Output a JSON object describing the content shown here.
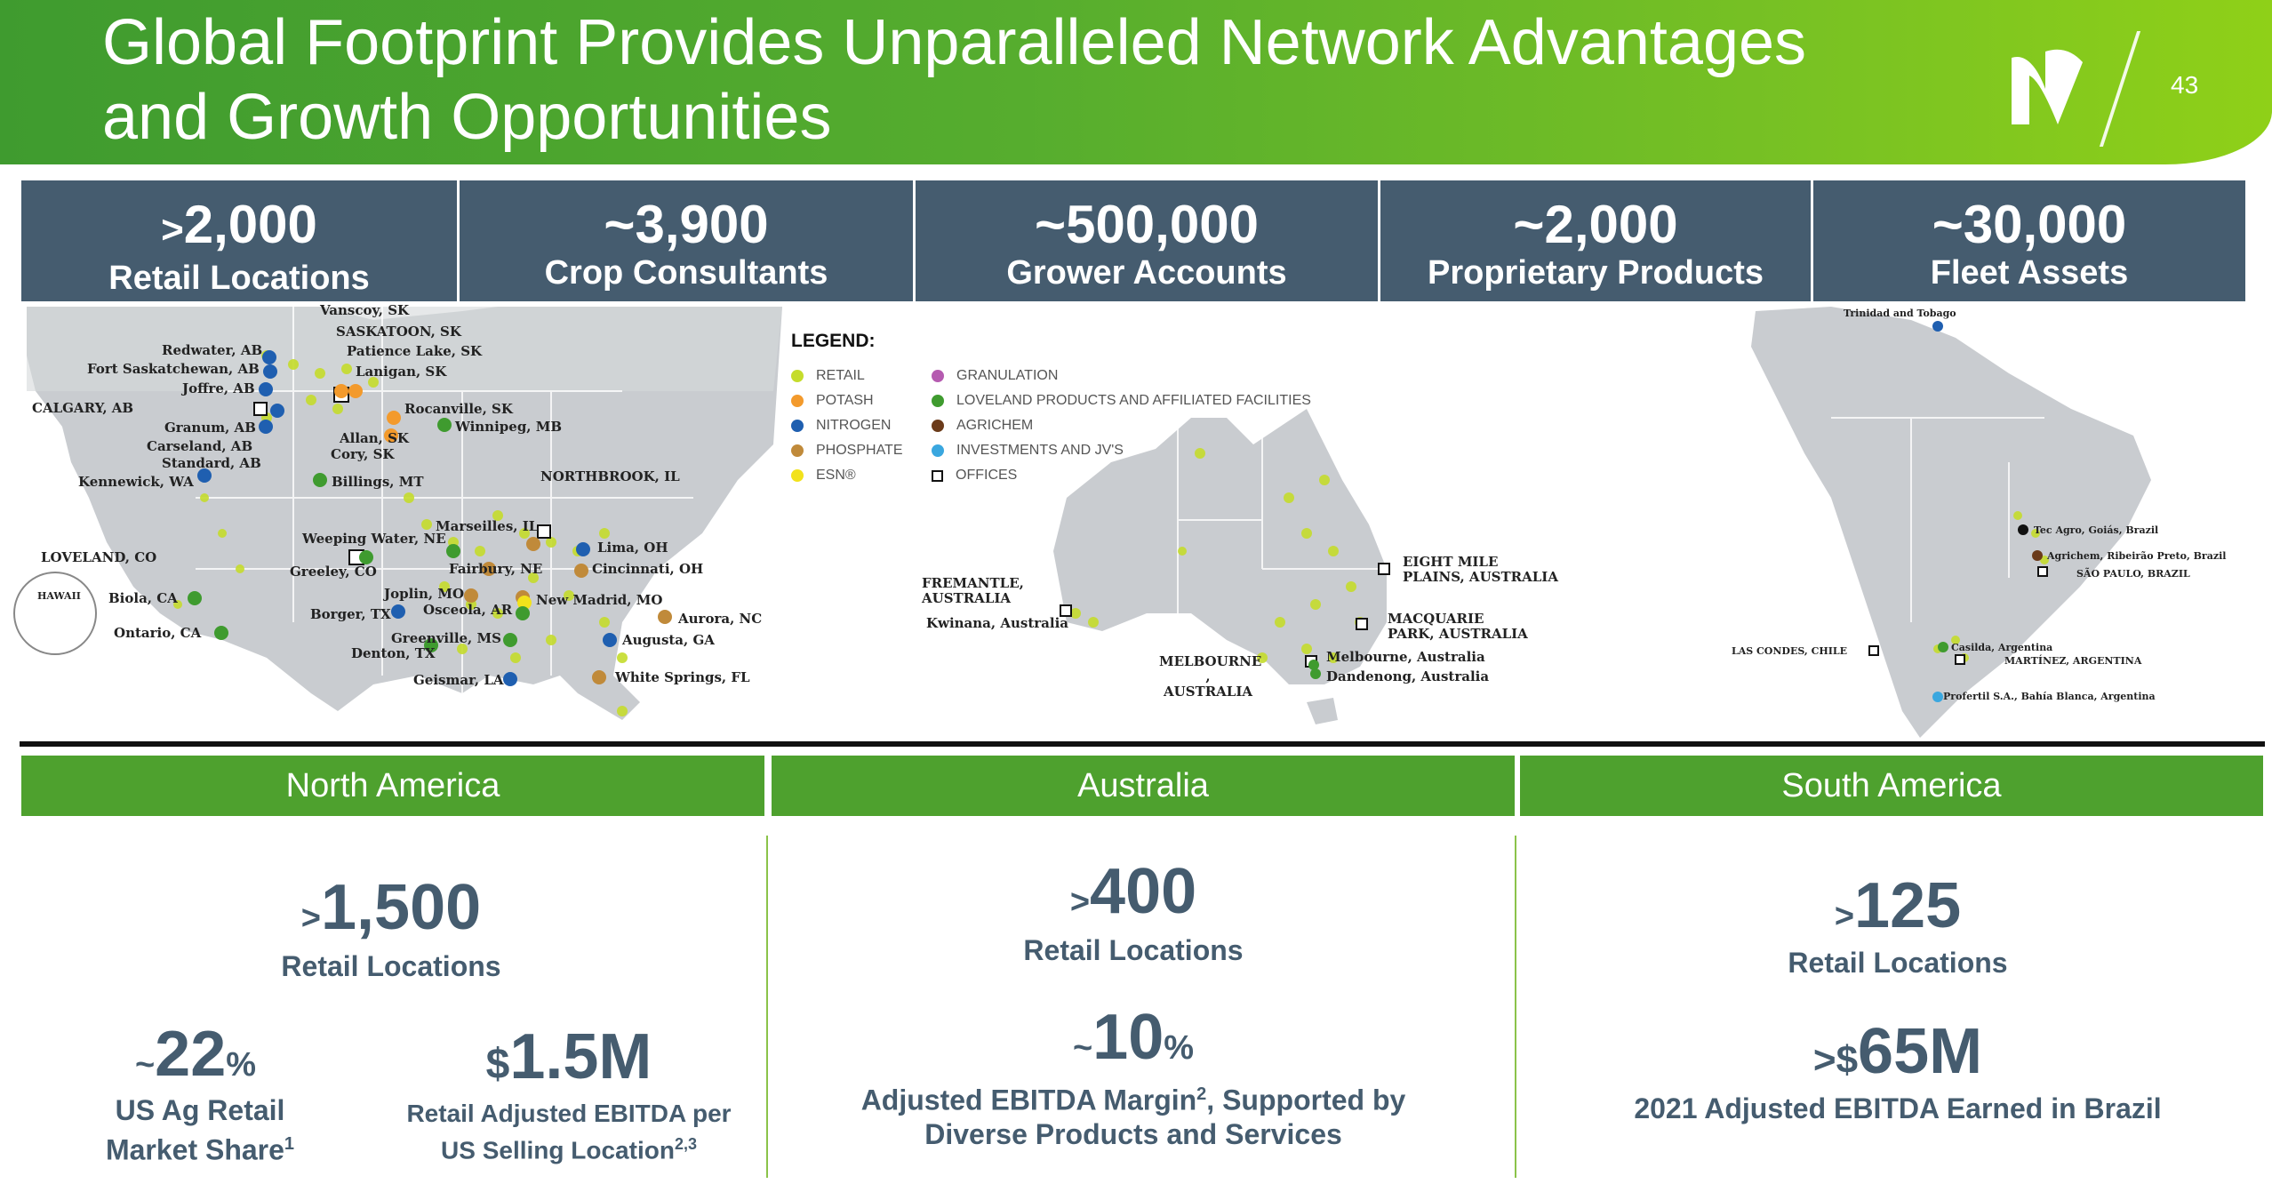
{
  "header": {
    "title_line1": "Global Footprint Provides Unparalleled Network Advantages",
    "title_line2": "and Growth Opportunities",
    "page_number": "43"
  },
  "stats": [
    {
      "value": "2,000",
      "prefix": ">",
      "label": "Retail Locations"
    },
    {
      "value": "~3,900",
      "prefix": "",
      "label": "Crop Consultants"
    },
    {
      "value": "~500,000",
      "prefix": "",
      "label": "Grower Accounts"
    },
    {
      "value": "~2,000",
      "prefix": "",
      "label": "Proprietary Products"
    },
    {
      "value": "~30,000",
      "prefix": "",
      "label": "Fleet Assets"
    }
  ],
  "legend": {
    "title": "LEGEND:",
    "items": [
      {
        "label": "RETAIL",
        "color": "#c5dc2c"
      },
      {
        "label": "POTASH",
        "color": "#f39a2c"
      },
      {
        "label": "NITROGEN",
        "color": "#1f5fb0"
      },
      {
        "label": "PHOSPHATE",
        "color": "#c08a3a"
      },
      {
        "label": "ESN®",
        "color": "#f2e21b"
      },
      {
        "label": "GRANULATION",
        "color": "#b55bb0"
      },
      {
        "label": "LOVELAND PRODUCTS AND AFFILIATED FACILITIES",
        "color": "#3f9b2f"
      },
      {
        "label": "AGRICHEM",
        "color": "#6b3b1a"
      },
      {
        "label": "INVESTMENTS AND JV'S",
        "color": "#3aa7df"
      },
      {
        "label": "OFFICES",
        "color": "#ffffff"
      }
    ]
  },
  "map_labels": {
    "north_america": [
      "Vanscoy, SK",
      "SASKATOON, SK",
      "Patience Lake, SK",
      "Lanigan, SK",
      "Redwater, AB",
      "Fort Saskatchewan, AB",
      "Joffre, AB",
      "CALGARY, AB",
      "Granum, AB",
      "Carseland, AB",
      "Standard, AB",
      "Rocanville, SK",
      "Winnipeg, MB",
      "Allan, SK",
      "Cory, SK",
      "Kennewick, WA",
      "Billings, MT",
      "NORTHBROOK, IL",
      "Marseilles, IL",
      "Weeping Water, NE",
      "Lima, OH",
      "LOVELAND, CO",
      "Greeley, CO",
      "Fairbury, NE",
      "Cincinnati, OH",
      "HAWAII",
      "Biola, CA",
      "Joplin, MO",
      "Osceola, AR",
      "New Madrid, MO",
      "Borger, TX",
      "Aurora, NC",
      "Ontario, CA",
      "Greenville, MS",
      "Denton, TX",
      "Augusta, GA",
      "Geismar, LA",
      "White Springs, FL"
    ],
    "australia": [
      "FREMANTLE, AUSTRALIA",
      "Kwinana, Australia",
      "EIGHT MILE PLAINS, AUSTRALIA",
      "MACQUARIE PARK, AUSTRALIA",
      "MELBOURNE , AUSTRALIA",
      "Melbourne, Australia",
      "Dandenong, Australia"
    ],
    "south_america": [
      "Trinidad and Tobago",
      "Tec Agro, Goiás, Brazil",
      "Agrichem, Ribeirão Preto, Brazil",
      "SÃO PAULO, BRAZIL",
      "LAS CONDES, CHILE",
      "Casilda, Argentina",
      "MARTÍNEZ, ARGENTINA",
      "Profertil S.A., Bahía Blanca, Argentina"
    ]
  },
  "regions": [
    {
      "name": "North America"
    },
    {
      "name": "Australia"
    },
    {
      "name": "South America"
    }
  ],
  "na": {
    "retail": {
      "prefix": ">",
      "value": "1,500",
      "label": "Retail Locations"
    },
    "share": {
      "prefix": "~",
      "value": "22",
      "suffix": "%",
      "label1": "US Ag Retail",
      "label2": "Market Share",
      "sup": "1"
    },
    "ebitda": {
      "prefix": "$",
      "value": "1.5M",
      "label1": "Retail Adjusted EBITDA per",
      "label2": "US Selling Location",
      "sup": "2,3"
    }
  },
  "au": {
    "retail": {
      "prefix": ">",
      "value": "400",
      "label": "Retail Locations"
    },
    "margin": {
      "prefix": "~",
      "value": "10",
      "suffix": "%",
      "label1a": "Adjusted EBITDA Margin",
      "sup": "2",
      "label1b": ", Supported by",
      "label2": "Diverse Products and Services"
    }
  },
  "sa": {
    "retail": {
      "prefix": ">",
      "value": "125",
      "label": "Retail Locations"
    },
    "ebitda": {
      "prefix": ">$",
      "value": "65M",
      "label": "2021 Adjusted EBITDA Earned in Brazil"
    }
  }
}
